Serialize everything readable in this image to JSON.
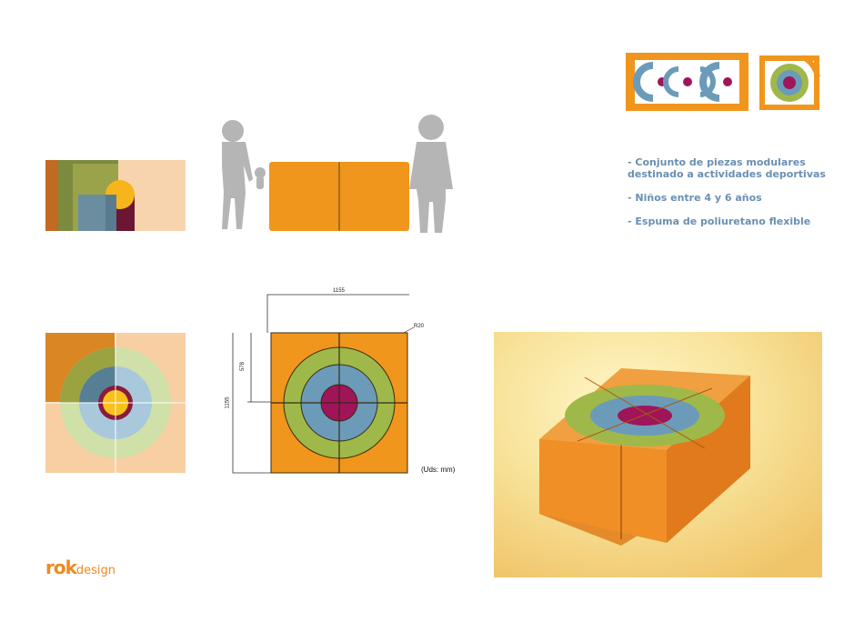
{
  "product": {
    "bullets": [
      {
        "line1": "- Conjunto de piezas modulares",
        "line2": "destinado a actividades deportivas"
      },
      {
        "line1": "- Niños entre 4 y 6 años",
        "line2": ""
      },
      {
        "line1": "- Espuma de poliuretano flexible",
        "line2": ""
      }
    ]
  },
  "drawing": {
    "width_label": "1155",
    "height_label": "1155",
    "half_label": "578",
    "radius_label": "R20",
    "units_label": "(Uds: mm)"
  },
  "brand": {
    "logo_main": "rok",
    "logo_sub": "design"
  },
  "colors": {
    "orange": "#f0961c",
    "green": "#9fb84a",
    "blue": "#6b9bb9",
    "magenta": "#a0145a",
    "yellow": "#f8c21a",
    "text_blue": "#6a8fb3",
    "accent_orange": "#f08a1e"
  }
}
